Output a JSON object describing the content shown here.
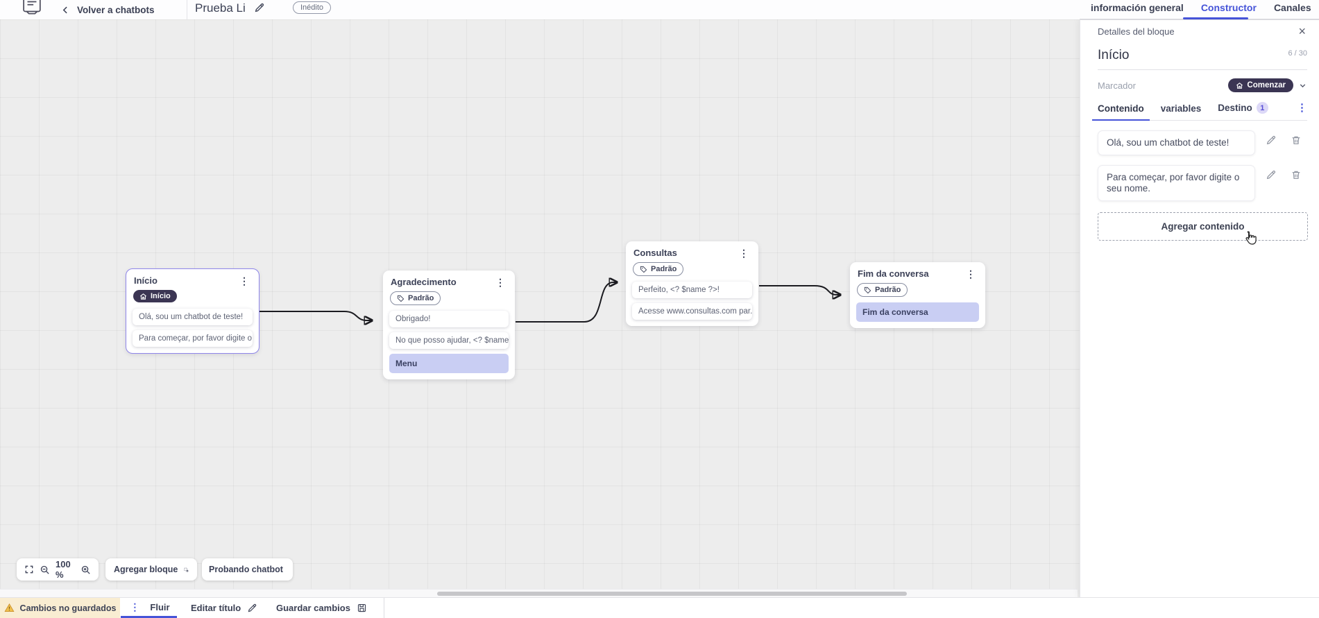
{
  "header": {
    "back_label": "Volver a chatbots",
    "title": "Prueba Li",
    "status_badge": "Inédito",
    "tabs": [
      {
        "label": "información general",
        "active": false
      },
      {
        "label": "Constructor",
        "active": true
      },
      {
        "label": "Canales",
        "active": false
      }
    ]
  },
  "panel": {
    "title": "Detalles del bloque",
    "close_icon": "×",
    "block_name": "Início",
    "char_counter": "6 / 30",
    "marker_label": "Marcador",
    "marker_value": "Comenzar",
    "tabs": [
      {
        "label": "Contenido",
        "active": true
      },
      {
        "label": "variables",
        "active": false
      },
      {
        "label": "Destino",
        "badge": "1",
        "active": false
      }
    ],
    "contents": [
      "Olá, sou um chatbot de teste!",
      "Para começar, por favor digite o seu nome."
    ],
    "add_content_label": "Agregar contenido"
  },
  "canvas": {
    "zoom_level": "100 %",
    "add_block_label": "Agregar bloque",
    "test_label": "Probando chatbot",
    "nodes": [
      {
        "title": "Início",
        "badge": "Início",
        "badge_type": "start",
        "items": [
          {
            "text": "Olá, sou um chatbot de teste!",
            "type": "message"
          },
          {
            "text": "Para começar, por favor digite o ...",
            "type": "message"
          }
        ]
      },
      {
        "title": "Agradecimento",
        "badge": "Padrão",
        "badge_type": "default",
        "items": [
          {
            "text": "Obrigado!",
            "type": "message"
          },
          {
            "text": "No que posso ajudar, <? $name ...",
            "type": "message"
          },
          {
            "text": "Menu",
            "type": "menu"
          }
        ]
      },
      {
        "title": "Consultas",
        "badge": "Padrão",
        "badge_type": "default",
        "items": [
          {
            "text": "Perfeito, <? $name ?>!",
            "type": "message"
          },
          {
            "text": "Acesse www.consultas.com par...",
            "type": "message"
          }
        ]
      },
      {
        "title": "Fim da conversa",
        "badge": "Padrão",
        "badge_type": "default",
        "items": [
          {
            "text": "Fim da conversa",
            "type": "menu"
          }
        ]
      }
    ]
  },
  "footer": {
    "warning": "Cambios no guardados",
    "flow_tab": "Fluir",
    "edit_title_label": "Editar título",
    "save_label": "Guardar cambios"
  },
  "colors": {
    "accent": "#4553d8",
    "node_border": "#8f86ea",
    "dark_badge": "#3b3553",
    "highlight_item": "#c9cef3",
    "destino_badge_bg": "#dcd8f7",
    "warning_bg": "#f9edd2",
    "warning_icon": "#f2c14e",
    "canvas_bg": "#ededed",
    "edge": "#1b1b20"
  }
}
